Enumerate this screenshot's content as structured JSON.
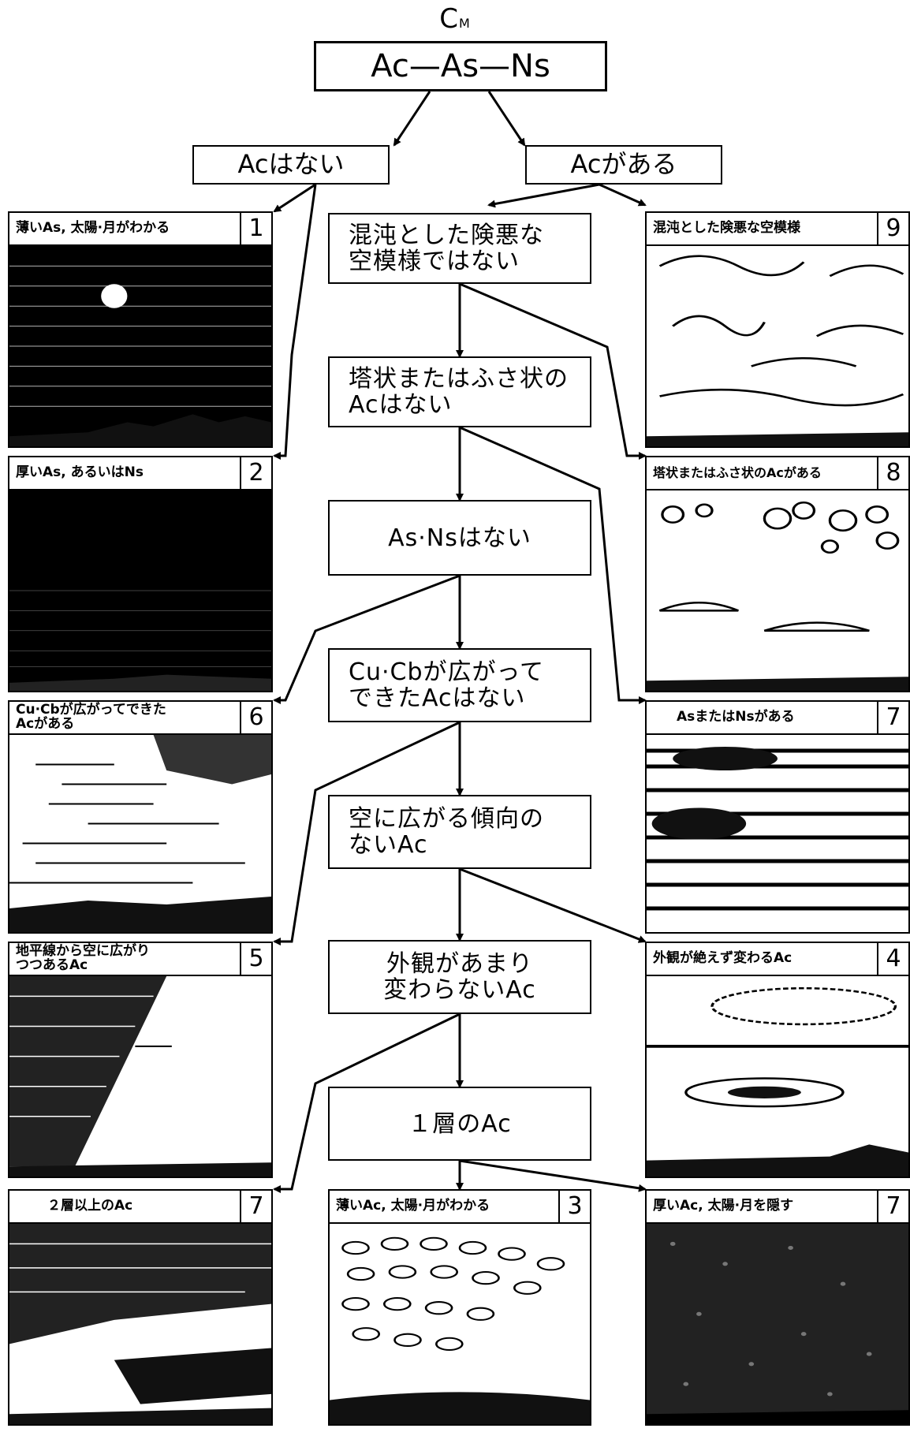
{
  "title": {
    "main": "C",
    "sub": "M"
  },
  "root": "Ac—As—Ns",
  "branches": {
    "no_ac": "Acはない",
    "has_ac": "Acがある"
  },
  "nodes": [
    "混沌とした険悪な\n空模様ではない",
    "塔状またはふさ状の\nAcはない",
    "As·Nsはない",
    "Cu·Cbが広がって\nできたAcはない",
    "空に広がる傾向の\nないAc",
    "外観があまり\n変わらないAc",
    "１層のAc"
  ],
  "panels": {
    "p1": {
      "label": "薄いAs, 太陽·月がわかる",
      "num": "1"
    },
    "p2": {
      "label": "厚いAs, あるいはNs",
      "num": "2"
    },
    "p6": {
      "label": "Cu·Cbが広がってできた\nAcがある",
      "num": "6"
    },
    "p5": {
      "label": "地平線から空に広がり\nつつあるAc",
      "num": "5"
    },
    "p7l": {
      "label": "２層以上のAc",
      "num": "7"
    },
    "p3": {
      "label": "薄いAc, 太陽·月がわかる",
      "num": "3"
    },
    "p9": {
      "label": "混沌とした険悪な空模様",
      "num": "9"
    },
    "p8": {
      "label": "塔状またはふさ状のAcがある",
      "num": "8"
    },
    "p7a": {
      "label": "AsまたはNsがある",
      "num": "7"
    },
    "p4": {
      "label": "外観が絶えず変わるAc",
      "num": "4"
    },
    "p7r": {
      "label": "厚いAc, 太陽·月を隠す",
      "num": "7"
    }
  }
}
